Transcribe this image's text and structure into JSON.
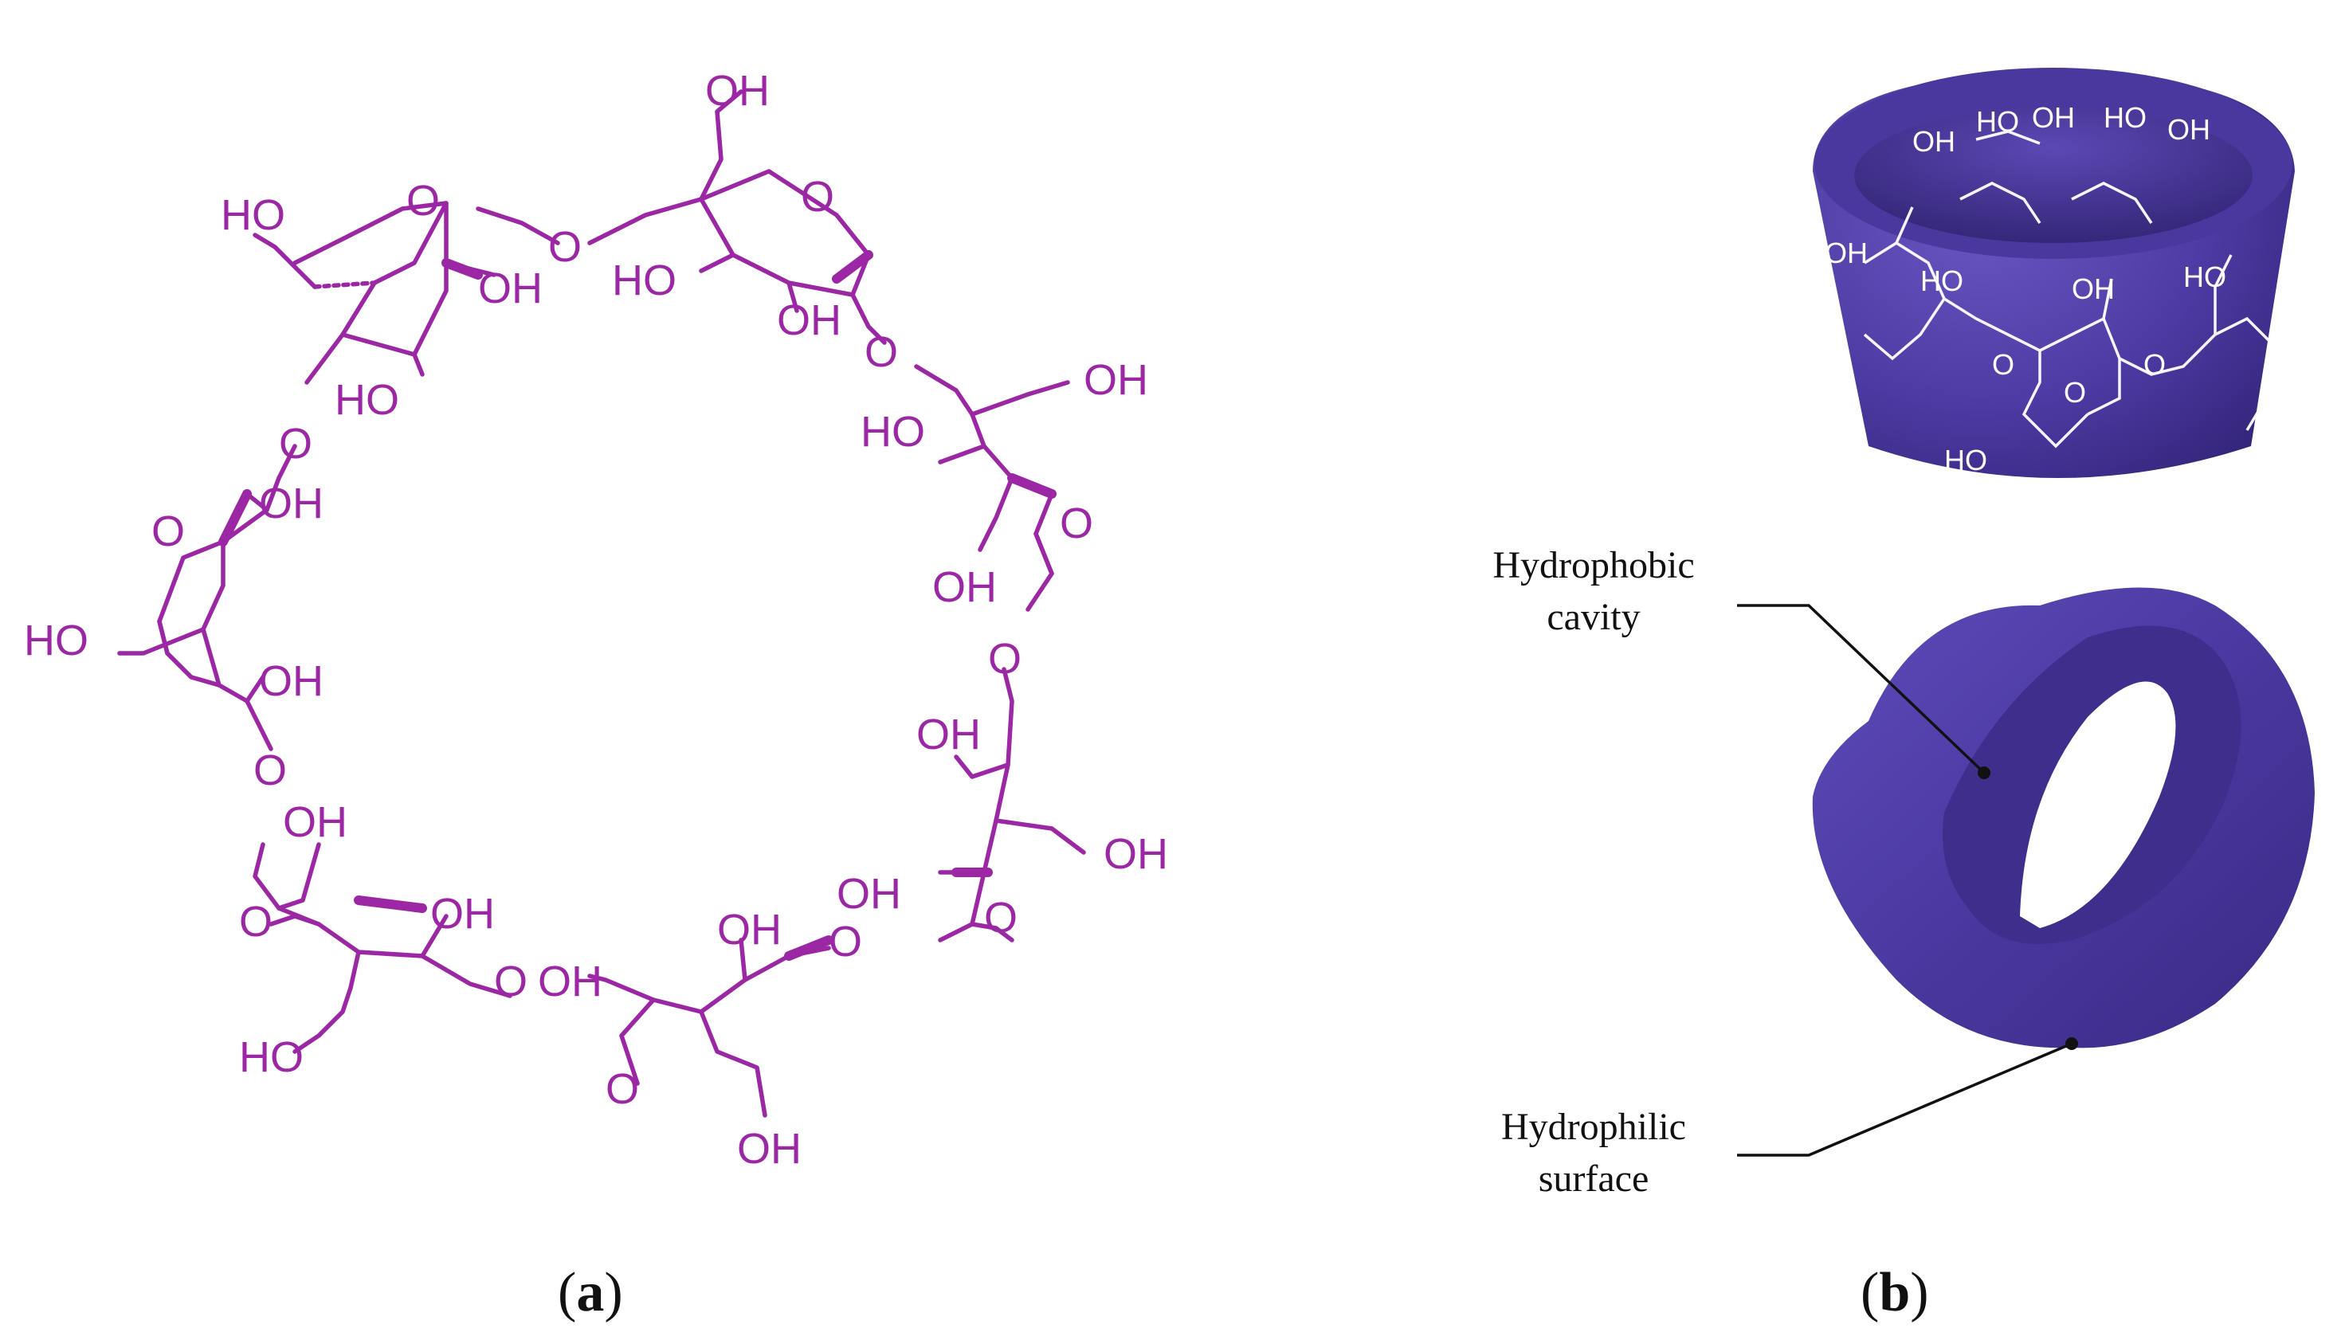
{
  "colors": {
    "molecule": "#9b27a5",
    "cup": "#4d3aa2",
    "cup_dark": "#3a2a82",
    "cup_light": "#6a57c2",
    "cup_inner_text": "#ffffff",
    "callout_line": "#111111"
  },
  "panel_a": {
    "label_open": "(",
    "label_letter": "a",
    "label_close": ")",
    "groups": {
      "oh": "OH",
      "ho": "HO",
      "o": "O"
    }
  },
  "panel_b": {
    "label_open": "(",
    "label_letter": "b",
    "label_close": ")",
    "cup_texts": {
      "oh": "OH",
      "ho": "HO",
      "o": "O"
    },
    "callouts": {
      "cavity_line1": "Hydrophobic",
      "cavity_line2": "cavity",
      "surface_line1": "Hydrophilic",
      "surface_line2": "surface"
    }
  }
}
